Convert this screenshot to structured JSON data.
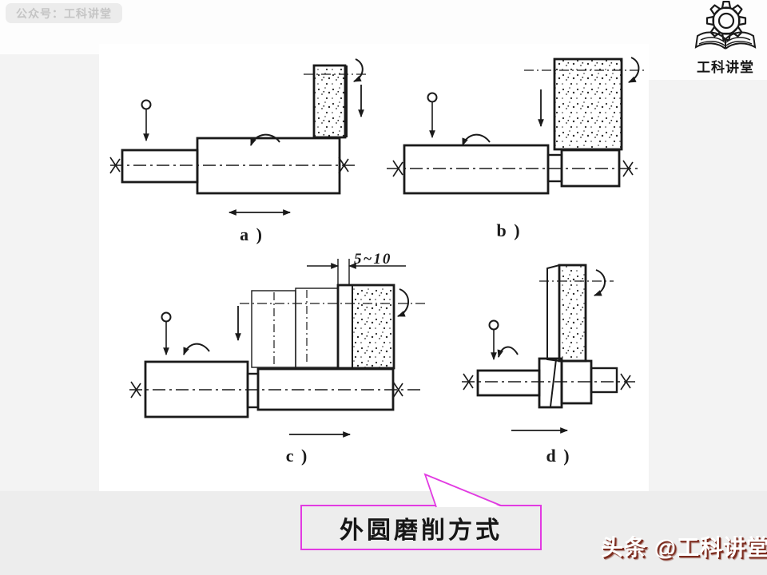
{
  "header": {
    "badge_label": "公众号：工科讲堂"
  },
  "logo": {
    "title": "工科讲堂"
  },
  "figure": {
    "caption": "外圆磨削方式",
    "panels": [
      {
        "id": "a",
        "label": "a )"
      },
      {
        "id": "b",
        "label": "b )"
      },
      {
        "id": "c",
        "label": "c )",
        "dimension_label": "5~10"
      },
      {
        "id": "d",
        "label": "d )"
      }
    ]
  },
  "watermark": {
    "text": "头条 @工科讲堂"
  },
  "colors": {
    "accent_magenta": "#e23ae2",
    "ink": "#1a1a1a",
    "badge_bg": "#ececec",
    "badge_text": "#c5c5c5",
    "band_bg": "#ededed",
    "watermark_shadow": "#7c2b1e"
  }
}
